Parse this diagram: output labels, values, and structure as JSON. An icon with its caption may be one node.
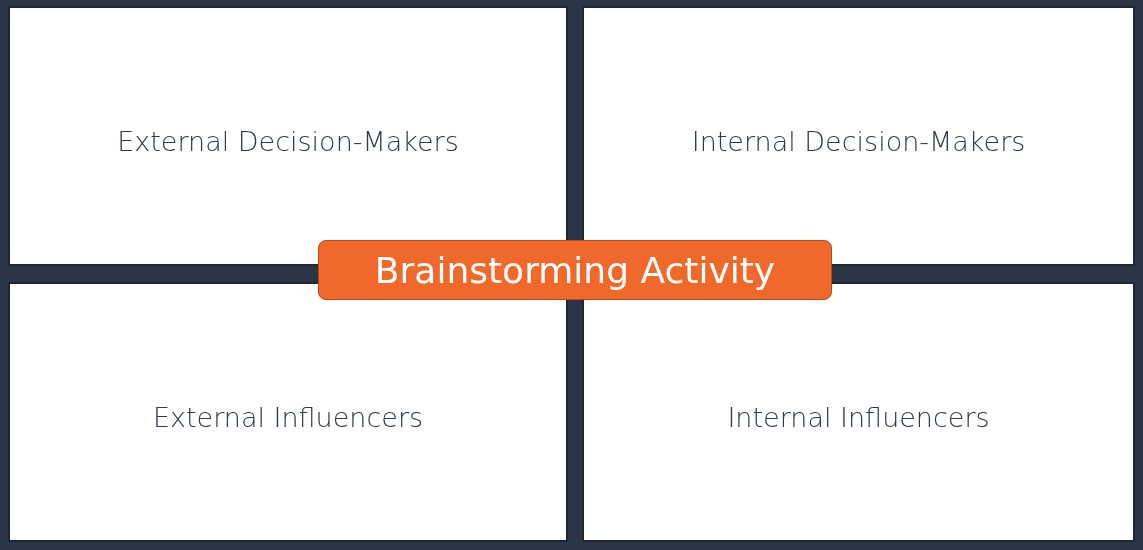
{
  "diagram": {
    "nodes": [
      {
        "text": [
          "External Decision-Makers"
        ]
      },
      {
        "text": [
          "Internal Decision-Makers"
        ]
      },
      {
        "text": [
          "Brainstorming Activity"
        ]
      },
      {
        "text": [
          "External Influencers"
        ]
      },
      {
        "text": [
          "Internal Influencers"
        ]
      }
    ]
  }
}
